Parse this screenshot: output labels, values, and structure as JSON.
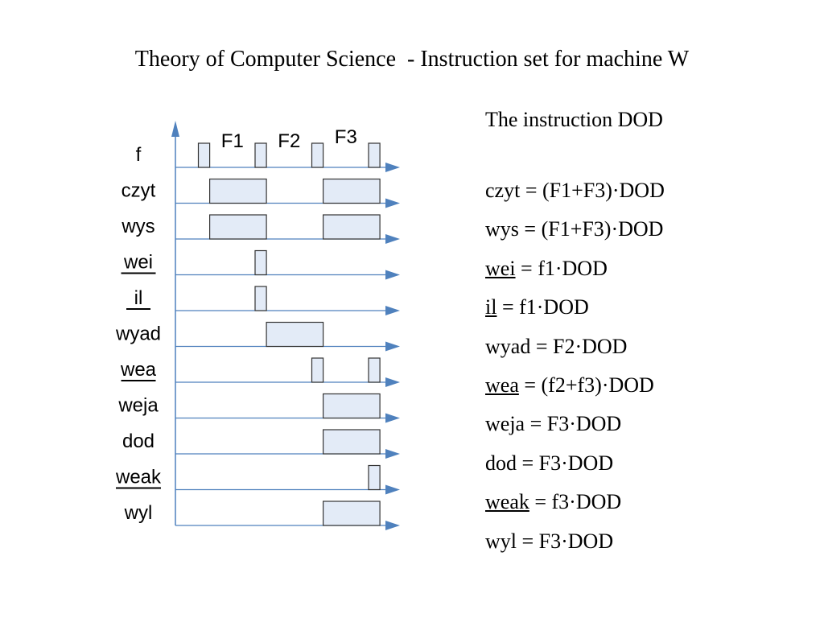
{
  "title": "Theory of Computer Science  - Instruction set for machine W",
  "diagram": {
    "phases": [
      "F1",
      "F2",
      "F3"
    ],
    "colors": {
      "axis": "#4F81BD",
      "pulse_fill": "#E3EBF7",
      "pulse_stroke": "#333333"
    },
    "signals": [
      {
        "name": "f",
        "underline": false,
        "pulses": [
          [
            0,
            0.2
          ],
          [
            1,
            1.2
          ],
          [
            2,
            2.2
          ],
          [
            3,
            3.2
          ]
        ]
      },
      {
        "name": "czyt",
        "underline": false,
        "pulses": [
          [
            0.2,
            1.2
          ],
          [
            2.2,
            3.2
          ]
        ]
      },
      {
        "name": "wys",
        "underline": false,
        "pulses": [
          [
            0.2,
            1.2
          ],
          [
            2.2,
            3.2
          ]
        ]
      },
      {
        "name": "wei",
        "underline": true,
        "pulses": [
          [
            1,
            1.2
          ]
        ]
      },
      {
        "name": "il",
        "underline": true,
        "pulses": [
          [
            1,
            1.2
          ]
        ]
      },
      {
        "name": "wyad",
        "underline": false,
        "pulses": [
          [
            1.2,
            2.2
          ]
        ]
      },
      {
        "name": "wea",
        "underline": true,
        "pulses": [
          [
            2,
            2.2
          ],
          [
            3,
            3.2
          ]
        ]
      },
      {
        "name": "weja",
        "underline": false,
        "pulses": [
          [
            2.2,
            3.2
          ]
        ]
      },
      {
        "name": "dod",
        "underline": false,
        "pulses": [
          [
            2.2,
            3.2
          ]
        ]
      },
      {
        "name": "weak",
        "underline": true,
        "pulses": [
          [
            3,
            3.2
          ]
        ]
      },
      {
        "name": "wyl",
        "underline": false,
        "pulses": [
          [
            2.2,
            3.2
          ]
        ]
      }
    ]
  },
  "panel": {
    "heading": "The instruction DOD",
    "formulas": [
      {
        "lhs": "czyt",
        "underline": false,
        "rhs": " = (F1+F3)·DOD"
      },
      {
        "lhs": "wys",
        "underline": false,
        "rhs": " = (F1+F3)·DOD"
      },
      {
        "lhs": "wei",
        "underline": true,
        "rhs": " = f1·DOD"
      },
      {
        "lhs": "il",
        "underline": true,
        "rhs": " = f1·DOD"
      },
      {
        "lhs": "wyad",
        "underline": false,
        "rhs": " = F2·DOD"
      },
      {
        "lhs": "wea",
        "underline": true,
        "rhs": " = (f2+f3)·DOD"
      },
      {
        "lhs": "weja",
        "underline": false,
        "rhs": " = F3·DOD"
      },
      {
        "lhs": "dod",
        "underline": false,
        "rhs": " = F3·DOD"
      },
      {
        "lhs": "weak",
        "underline": true,
        "rhs": " = f3·DOD"
      },
      {
        "lhs": "wyl",
        "underline": false,
        "rhs": " = F3·DOD"
      }
    ]
  }
}
